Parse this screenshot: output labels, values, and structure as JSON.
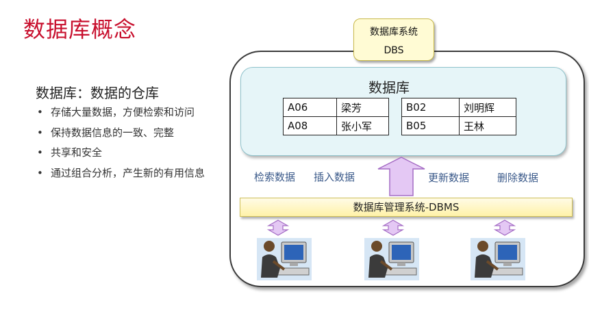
{
  "title": "数据库概念",
  "intro": {
    "subtitle": "数据库：数据的仓库",
    "bullets": [
      "存储大量数据，方便检索和访问",
      "保持数据信息的一致、完整",
      "共享和安全",
      "通过组合分析，产生新的有用信息"
    ]
  },
  "diagram": {
    "dbs": {
      "line1": "数据库系统",
      "line2": "DBS"
    },
    "database_label": "数据库",
    "table_left": [
      [
        "A06",
        "梁芳"
      ],
      [
        "A08",
        "张小军"
      ]
    ],
    "table_right": [
      [
        "B02",
        "刘明辉"
      ],
      [
        "B05",
        "王林"
      ]
    ],
    "operations": [
      "检索数据",
      "插入数据",
      "更新数据",
      "删除数据"
    ],
    "dbms": "数据库管理系统-DBMS",
    "colors": {
      "title": "#c8102e",
      "arrow": "#d9b8ee",
      "db_fill": "#e6f5f8",
      "dbms_fill": "#fff2a8"
    }
  }
}
